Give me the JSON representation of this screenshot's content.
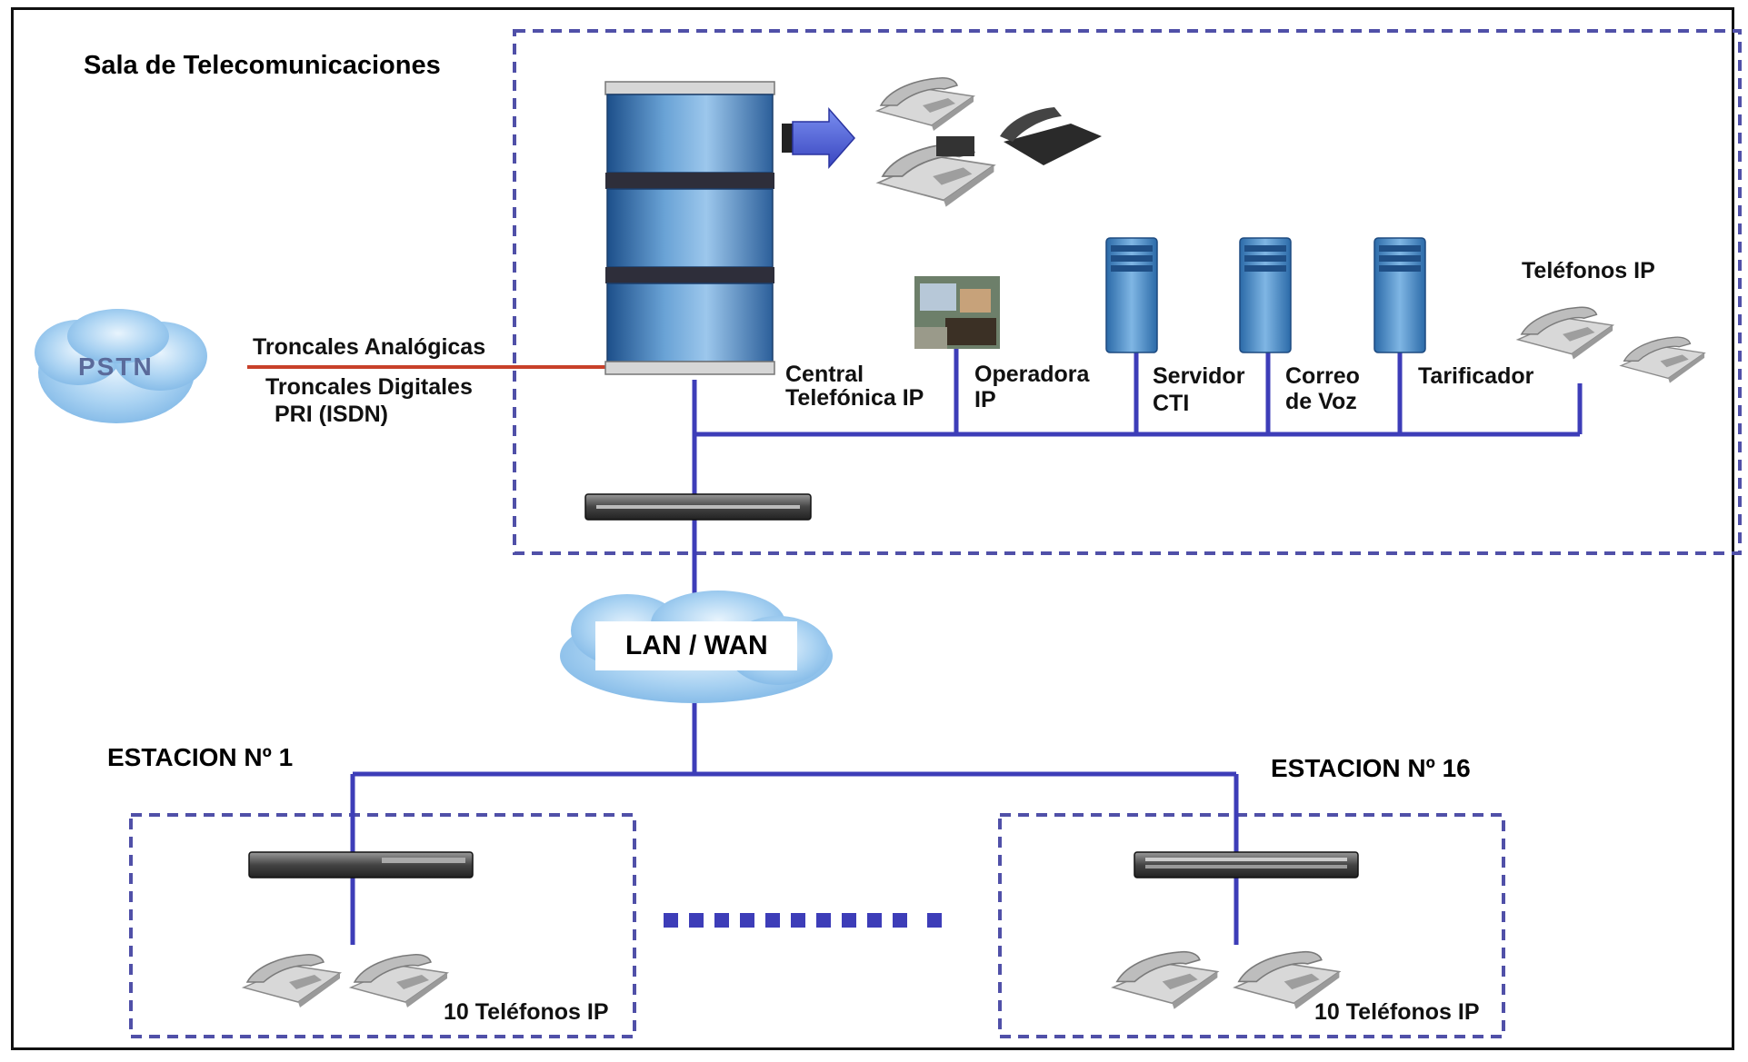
{
  "labels": {
    "room_title": "Sala de Telecomunicaciones",
    "pstn": "PSTN",
    "analog_trunks": "Troncales Analógicas",
    "digital_trunks": "Troncales Digitales",
    "pri": "PRI (ISDN)",
    "central_line1": "Central",
    "central_line2": "Telefónica IP",
    "operator_line1": "Operadora",
    "operator_line2": "IP",
    "cti_line1": "Servidor",
    "cti_line2": "CTI",
    "voicemail_line1": "Correo",
    "voicemail_line2": "de Voz",
    "billing": "Tarificador",
    "ip_phones_top": "Teléfonos IP",
    "lan_wan": "LAN / WAN",
    "station1": "ESTACION Nº 1",
    "station16": "ESTACION Nº 16",
    "station1_phones": "10 Teléfonos IP",
    "station16_phones": "10 Teléfonos IP"
  },
  "colors": {
    "network_line": "#3d3db8",
    "trunk_line": "#c8402a",
    "dashed_border": "#5050a8",
    "cloud": "#8ec3ec",
    "server_blue": "#4f8fc7"
  }
}
